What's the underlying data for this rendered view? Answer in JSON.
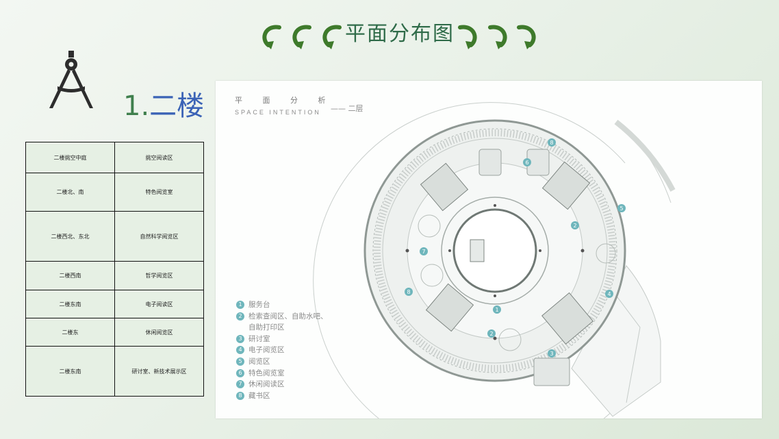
{
  "header": {
    "title": "平面分布图",
    "arrow_color": "#3e7a2b"
  },
  "floor_title": {
    "number": "1.",
    "name": "二楼"
  },
  "zones_table": [
    [
      "二楼挑空中庭",
      "挑空阅读区"
    ],
    [
      "二楼北、南",
      "特色阅览室"
    ],
    [
      "二楼西北、东北",
      "自然科学阅览区"
    ],
    [
      "二楼西南",
      "哲学阅览区"
    ],
    [
      "二楼东南",
      "电子阅读区"
    ],
    [
      "二楼东",
      "休闲阅览区"
    ],
    [
      "二楼东南",
      "研讨室、新技术展示区"
    ]
  ],
  "plan": {
    "heading_cn": "平 面 分 析",
    "heading_en": "SPACE INTENTION",
    "heading_sub": "—— 二层",
    "marker_color": "#6fb6bc",
    "legend": [
      {
        "num": "1",
        "label": "服务台"
      },
      {
        "num": "2",
        "label": "检索查阅区、自助水吧、"
      },
      {
        "num": "",
        "label": "自助打印区"
      },
      {
        "num": "3",
        "label": "研讨室"
      },
      {
        "num": "4",
        "label": "电子阅览区"
      },
      {
        "num": "5",
        "label": "阅览区"
      },
      {
        "num": "6",
        "label": "特色阅览室"
      },
      {
        "num": "7",
        "label": "休闲阅读区"
      },
      {
        "num": "8",
        "label": "藏书区"
      }
    ],
    "markers": [
      "8",
      "6",
      "5",
      "2",
      "7",
      "8",
      "4",
      "1",
      "2",
      "3"
    ]
  }
}
